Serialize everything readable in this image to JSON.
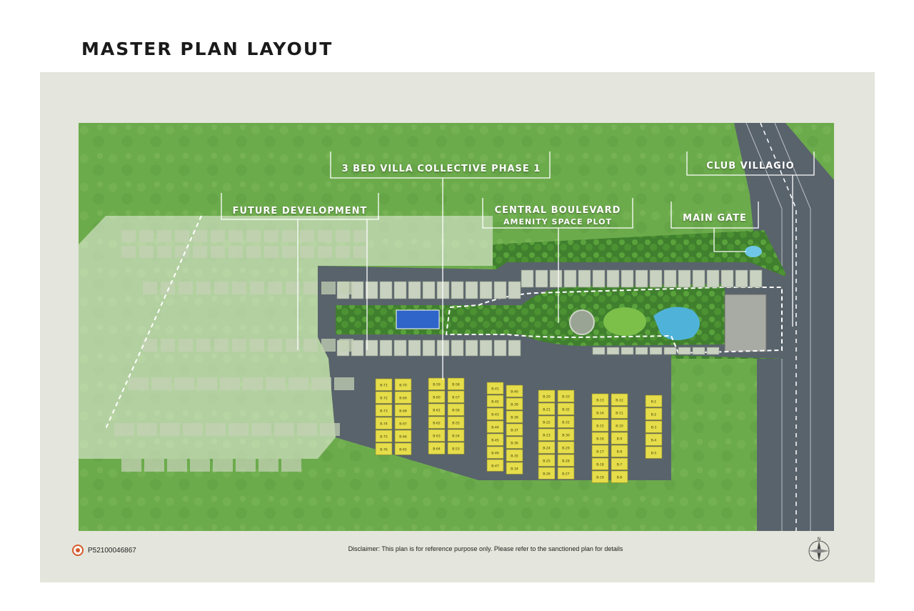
{
  "title": "MASTER PLAN LAYOUT",
  "callouts": {
    "villa_collective": "3 BED VILLA COLLECTIVE PHASE 1",
    "future_development": "FUTURE DEVELOPMENT",
    "central_boulevard": "CENTRAL BOULEVARD",
    "amenity_space": "AMENITY SPACE PLOT",
    "main_gate": "MAIN GATE",
    "club_villagio": "CLUB VILLAGIO"
  },
  "footer": {
    "rera_number": "P52100046867",
    "disclaimer": "Disclaimer: This plan is for reference purpose only. Please refer to the sanctioned plan for details"
  },
  "compass": {
    "north_label": "N"
  },
  "plots": {
    "columns": [
      [
        "B-71",
        "B-72",
        "B-73",
        "B-74",
        "B-75",
        "B-76"
      ],
      [
        "B-70",
        "B-69",
        "B-68",
        "B-67",
        "B-66",
        "B-65"
      ],
      [
        "B-59",
        "B-60",
        "B-61",
        "B-62",
        "B-63",
        "B-64"
      ],
      [
        "B-58",
        "B-57",
        "B-56",
        "B-55",
        "B-54",
        "B-53"
      ],
      [
        "B-41",
        "B-42",
        "B-43",
        "B-44",
        "B-45",
        "B-46",
        "B-47"
      ],
      [
        "B-40",
        "B-39",
        "B-38",
        "B-37",
        "B-36",
        "B-35",
        "B-34"
      ],
      [
        "B-20",
        "B-21",
        "B-22",
        "B-23",
        "B-24",
        "B-25",
        "B-26"
      ],
      [
        "B-33",
        "B-32",
        "B-31",
        "B-30",
        "B-29",
        "B-28",
        "B-27"
      ],
      [
        "B-13",
        "B-14",
        "B-15",
        "B-16",
        "B-17",
        "B-18",
        "B-19"
      ],
      [
        "B-12",
        "B-11",
        "B-10",
        "B-9",
        "B-8",
        "B-7",
        "B-6"
      ],
      [
        "B-1",
        "B-2",
        "B-3",
        "B-4",
        "B-5"
      ]
    ]
  },
  "colors": {
    "grass": "#6aa84f",
    "plot_yellow": "#e6dd4a",
    "road": "#55606a",
    "future_overlay": "#e8ece0",
    "water": "#4fb3d9"
  }
}
